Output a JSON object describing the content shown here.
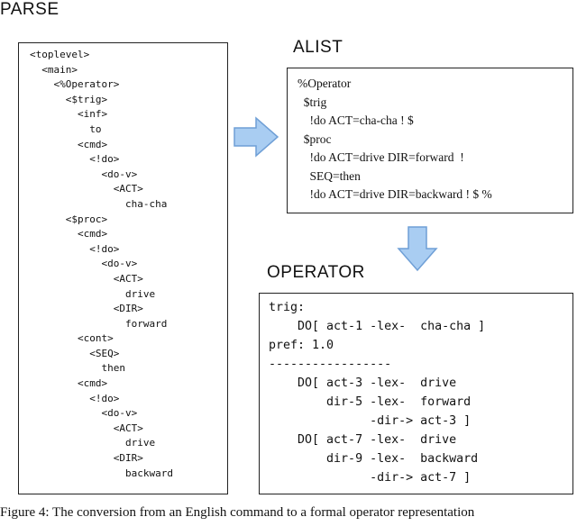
{
  "parse": {
    "title": "PARSE",
    "lines": [
      "<toplevel>",
      "  <main>",
      "    <%Operator>",
      "      <$trig>",
      "        <inf>",
      "          to",
      "        <cmd>",
      "          <!do>",
      "            <do-v>",
      "              <ACT>",
      "                cha-cha",
      "      <$proc>",
      "        <cmd>",
      "          <!do>",
      "            <do-v>",
      "              <ACT>",
      "                drive",
      "              <DIR>",
      "                forward",
      "        <cont>",
      "          <SEQ>",
      "            then",
      "        <cmd>",
      "          <!do>",
      "            <do-v>",
      "              <ACT>",
      "                drive",
      "              <DIR>",
      "                backward"
    ]
  },
  "alist": {
    "title": "ALIST",
    "lines": [
      "%Operator",
      "  $trig",
      "    !do ACT=cha-cha ! $",
      "  $proc",
      "    !do ACT=drive DIR=forward  !",
      "    SEQ=then",
      "    !do ACT=drive DIR=backward ! $ %"
    ]
  },
  "operator": {
    "title": "OPERATOR",
    "lines": [
      "trig:",
      "    DO[ act-1 -lex-  cha-cha ]",
      "pref: 1.0",
      "-----------------",
      "    DO[ act-3 -lex-  drive",
      "        dir-5 -lex-  forward",
      "              -dir-> act-3 ]",
      "    DO[ act-7 -lex-  drive",
      "        dir-9 -lex-  backward",
      "              -dir-> act-7 ]"
    ]
  },
  "caption": "Figure 4:   The conversion from an English command to a formal operator representation",
  "colors": {
    "arrow_fill": "#a9cdf2",
    "arrow_stroke": "#6f9fd6"
  }
}
